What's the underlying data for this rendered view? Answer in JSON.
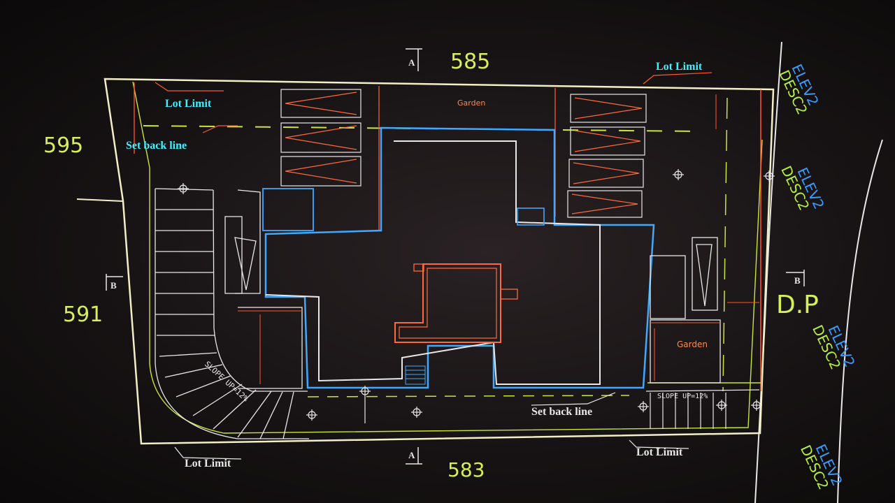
{
  "drawing": {
    "elevation_top": "585",
    "elevation_left_upper": "595",
    "elevation_left_lower": "591",
    "elevation_bottom": "583",
    "section_a_top": "A",
    "section_a_bottom": "A",
    "section_b_left": "B",
    "section_b_right": "B",
    "dp_label": "D.P",
    "lot_limit_top_left": "Lot Limit",
    "lot_limit_top_right": "Lot Limit",
    "lot_limit_bottom_left": "Lot Limit",
    "lot_limit_bottom_right": "Lot Limit",
    "setback_left": "Set back line",
    "setback_bottom": "Set back line",
    "garden_top": "Garden",
    "garden_right": "Garden",
    "slope_left": "SLOPE UP=12%",
    "slope_right": "SLOPE UP=12%",
    "road_labels": [
      {
        "elev": "ELEV2",
        "desc": "DESC2"
      },
      {
        "elev": "ELEV2",
        "desc": "DESC2"
      },
      {
        "elev": "ELEV2",
        "desc": "DESC2"
      },
      {
        "elev": "ELEV2",
        "desc": "DESC2"
      }
    ]
  },
  "colors": {
    "lot_outline": "#f2efc8",
    "building": "#3fa9ff",
    "setback": "#c8e63c",
    "red_lines": "#ff5a2a",
    "inner_core": "#ff6a3a",
    "cyan_text": "#3ff0ff",
    "green_text": "#b8ef3c",
    "blue_text": "#3a9cff",
    "white_lines": "#e8e8e8"
  }
}
